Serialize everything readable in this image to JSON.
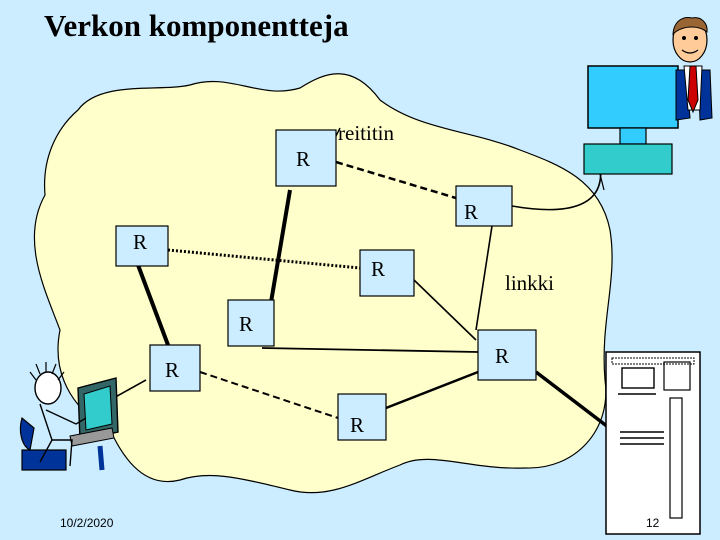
{
  "slide": {
    "title": "Verkon komponentteja",
    "date": "10/2/2020",
    "page_number": "12"
  },
  "labels": {
    "router_annotation": "reititin",
    "link_annotation": "linkki"
  },
  "colors": {
    "background": "#CCECFF",
    "cloud": "#FFFFCC",
    "router_box": "#CCECFF",
    "monitor_screen": "#33CCFF",
    "keyboard": "#33CCCC"
  },
  "routers": [
    {
      "id": "r1",
      "label": "R"
    },
    {
      "id": "r2",
      "label": "R"
    },
    {
      "id": "r3",
      "label": "R"
    },
    {
      "id": "r4",
      "label": "R"
    },
    {
      "id": "r5",
      "label": "R"
    },
    {
      "id": "r6",
      "label": "R"
    },
    {
      "id": "r7",
      "label": "R"
    },
    {
      "id": "r8",
      "label": "R"
    }
  ],
  "icons": {
    "person_top": "man-with-tie-icon",
    "computer_top": "desktop-computer-icon",
    "person_bottom": "person-at-computer-icon",
    "server": "server-tower-icon"
  }
}
